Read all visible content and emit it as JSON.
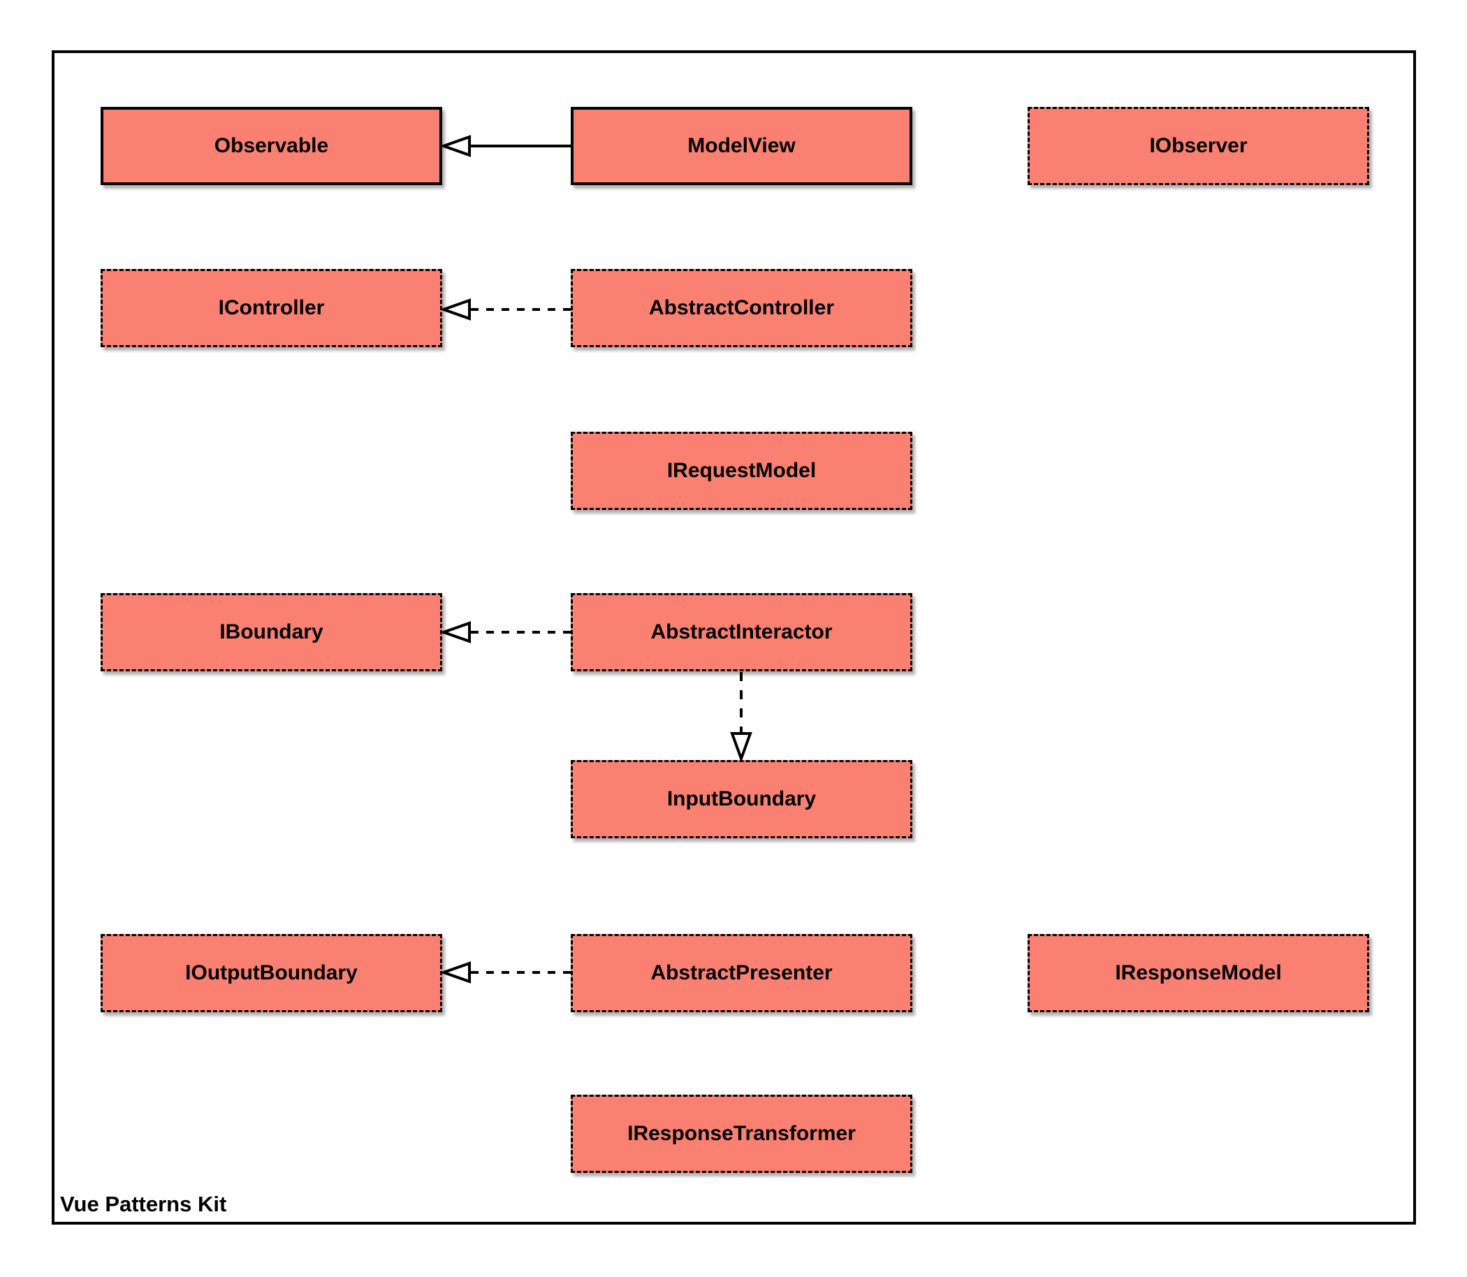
{
  "diagram_title": "Vue Patterns Kit",
  "nodes": {
    "observable": {
      "label": "Observable",
      "border": "solid"
    },
    "modelview": {
      "label": "ModelView",
      "border": "solid"
    },
    "iobserver": {
      "label": "IObserver",
      "border": "dashed"
    },
    "icontroller": {
      "label": "IController",
      "border": "dashed"
    },
    "abstractcontroller": {
      "label": "AbstractController",
      "border": "dashed"
    },
    "irequestmodel": {
      "label": "IRequestModel",
      "border": "dashed"
    },
    "iboundary": {
      "label": "IBoundary",
      "border": "dashed"
    },
    "abstractinteractor": {
      "label": "AbstractInteractor",
      "border": "dashed"
    },
    "inputboundary": {
      "label": "InputBoundary",
      "border": "dashed"
    },
    "ioutputboundary": {
      "label": "IOutputBoundary",
      "border": "dashed"
    },
    "abstractpresenter": {
      "label": "AbstractPresenter",
      "border": "dashed"
    },
    "iresponsemodel": {
      "label": "IResponseModel",
      "border": "dashed"
    },
    "iresponsetransformer": {
      "label": "IResponseTransformer",
      "border": "dashed"
    }
  },
  "edges": [
    {
      "from": "ModelView",
      "to": "Observable",
      "line": "solid",
      "arrowhead": "hollow-triangle"
    },
    {
      "from": "AbstractController",
      "to": "IController",
      "line": "dashed",
      "arrowhead": "hollow-triangle"
    },
    {
      "from": "AbstractInteractor",
      "to": "IBoundary",
      "line": "dashed",
      "arrowhead": "hollow-triangle"
    },
    {
      "from": "AbstractInteractor",
      "to": "InputBoundary",
      "line": "dashed",
      "arrowhead": "hollow-triangle"
    },
    {
      "from": "AbstractPresenter",
      "to": "IOutputBoundary",
      "line": "dashed",
      "arrowhead": "hollow-triangle"
    }
  ],
  "colors": {
    "node_fill": "#FA8072",
    "stroke": "#000000",
    "background": "#FFFFFF"
  }
}
